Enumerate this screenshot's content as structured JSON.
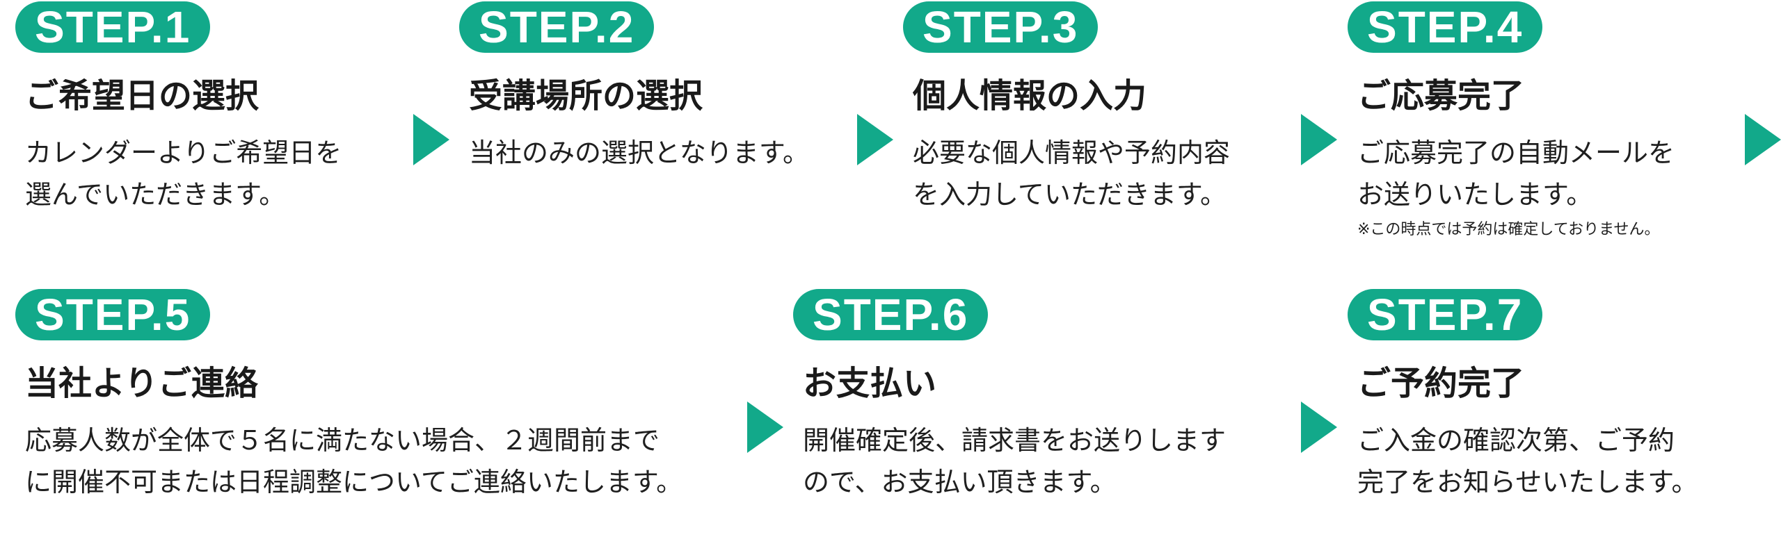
{
  "steps": [
    {
      "badge": "STEP.1",
      "title": "ご希望日の選択",
      "desc_lines": [
        "カレンダーよりご希望日を",
        "選んでいただきます。"
      ]
    },
    {
      "badge": "STEP.2",
      "title": "受講場所の選択",
      "desc_lines": [
        "当社のみの選択となります。"
      ]
    },
    {
      "badge": "STEP.3",
      "title": "個人情報の入力",
      "desc_lines": [
        "必要な個人情報や予約内容",
        "を入力していただきます。"
      ]
    },
    {
      "badge": "STEP.4",
      "title": "ご応募完了",
      "desc_lines": [
        "ご応募完了の自動メールを",
        "お送りいたします。"
      ],
      "note": "※この時点では予約は確定しておりません。"
    },
    {
      "badge": "STEP.5",
      "title": "当社よりご連絡",
      "desc_lines": [
        "応募人数が全体で５名に満たない場合、２週間前まで",
        "に開催不可または日程調整についてご連絡いたします。"
      ]
    },
    {
      "badge": "STEP.6",
      "title": "お支払い",
      "desc_lines": [
        "開催確定後、請求書をお送りします",
        "ので、お支払い頂きます。"
      ]
    },
    {
      "badge": "STEP.7",
      "title": "ご予約完了",
      "desc_lines": [
        "ご入金の確認次第、ご予約",
        "完了をお知らせいたします。"
      ]
    }
  ],
  "colors": {
    "accent": "#12a98a",
    "text": "#1c1c1c"
  },
  "icons": {
    "arrow": "play-triangle-icon"
  }
}
